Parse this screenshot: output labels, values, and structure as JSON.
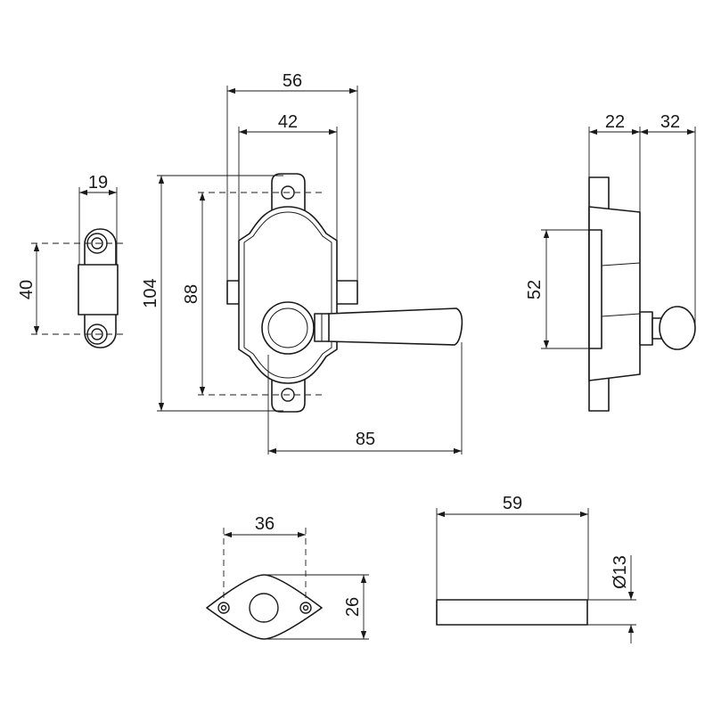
{
  "dimensions": {
    "keeper_width": "19",
    "keeper_hole_spacing": "40",
    "plate_outer_width": "56",
    "plate_inner_width": "42",
    "total_height": "104",
    "hole_spacing": "88",
    "lever_length": "85",
    "side_depth": "22",
    "knob_projection": "32",
    "side_height": "52",
    "rosette_hole_spacing": "36",
    "rosette_height": "26",
    "spindle_length": "59",
    "spindle_diameter": "Ø13"
  },
  "colors": {
    "line": "#1a1a1a",
    "background": "#ffffff"
  }
}
